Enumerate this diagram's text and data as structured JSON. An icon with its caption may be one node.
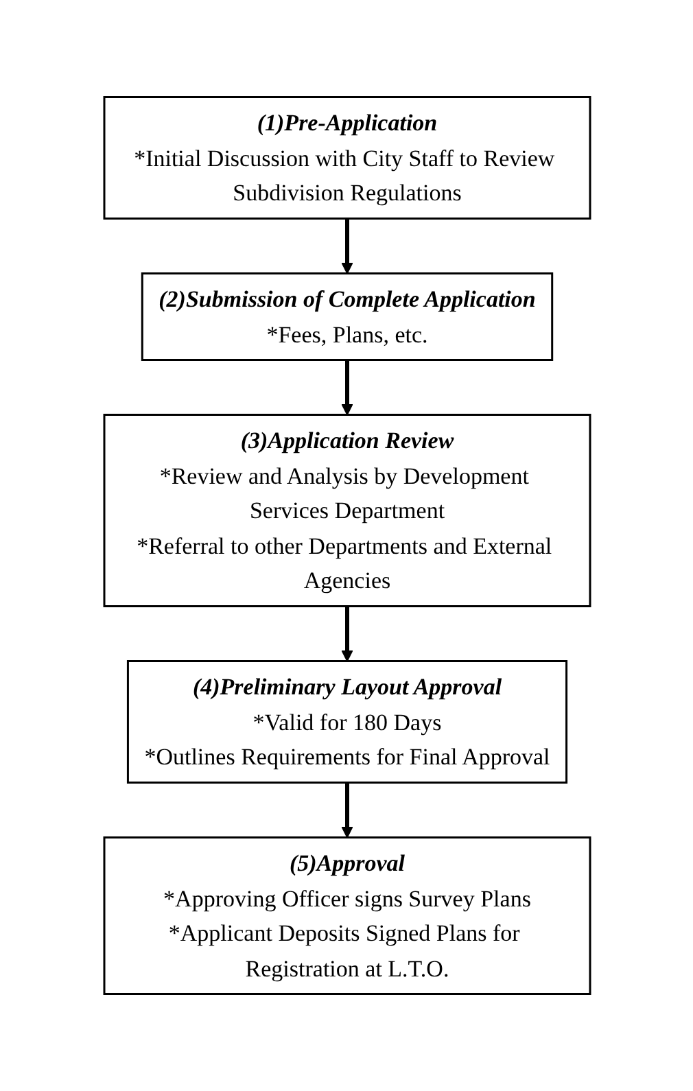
{
  "diagram": {
    "nodes": [
      {
        "text": [
          "(1)Pre-Application",
          "*Initial Discussion with City Staff to Review Subdivision Regulations"
        ]
      },
      {
        "text": [
          "(2)Submission of Complete Application",
          "*Fees, Plans, etc."
        ]
      },
      {
        "text": [
          "(3)Application Review",
          "*Review and Analysis by Development Services Department",
          "*Referral to other Departments and External Agencies"
        ]
      },
      {
        "text": [
          "(4)Preliminary Layout Approval",
          "*Valid for 180 Days",
          "*Outlines Requirements for Final Approval"
        ]
      },
      {
        "text": [
          "(5)Approval",
          "*Approving Officer signs Survey Plans",
          "*Applicant Deposits Signed Plans for Registration at L.T.O."
        ]
      }
    ],
    "edges": [
      {
        "from": 0,
        "to": 1,
        "arrow": "to"
      },
      {
        "from": 1,
        "to": 2,
        "arrow": "to"
      },
      {
        "from": 2,
        "to": 3,
        "arrow": "to"
      },
      {
        "from": 3,
        "to": 4,
        "arrow": "to"
      }
    ]
  }
}
